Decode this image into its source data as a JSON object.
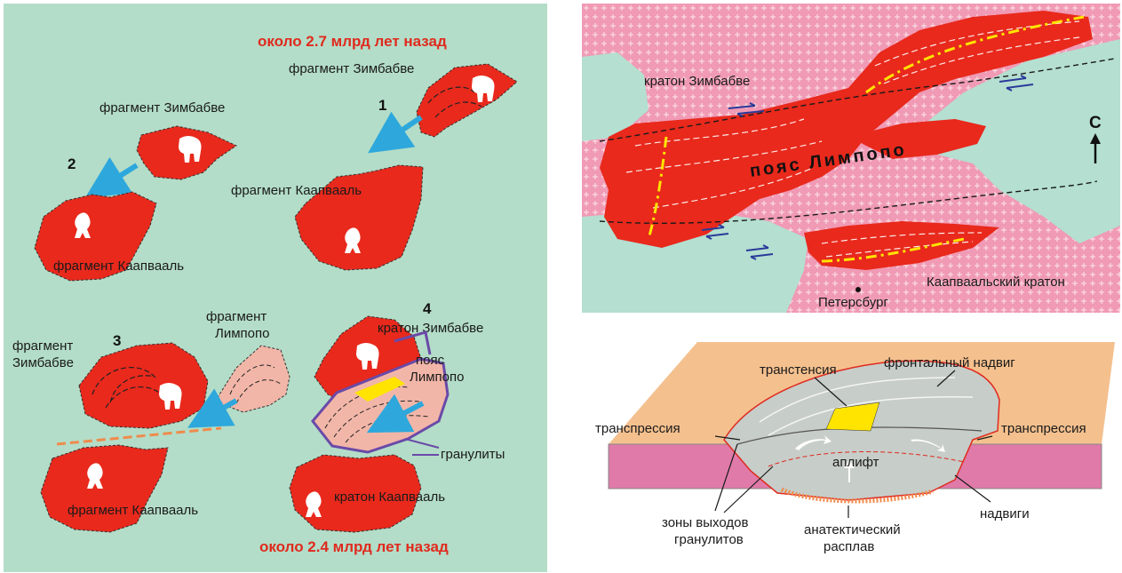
{
  "left_panel": {
    "time_top": "около 2.7 млрд лет назад",
    "time_bottom": "около 2.4 млрд лет назад",
    "stage1": {
      "number": "1",
      "zimbabwe": "фрагмент Зимбабве",
      "kaapvaal": "фрагмент Каапвааль"
    },
    "stage2": {
      "number": "2",
      "zimbabwe": "фрагмент Зимбабве",
      "kaapvaal": "фрагмент Каапвааль"
    },
    "stage3": {
      "number": "3",
      "zimbabwe_line1": "фрагмент",
      "zimbabwe_line2": "Зимбабве",
      "limpopo_line1": "фрагмент",
      "limpopo_line2": "Лимпопо",
      "kaapvaal": "фрагмент Каапвааль"
    },
    "stage4": {
      "number": "4",
      "zimbabwe": "кратон Зимбабве",
      "belt_line1": "пояс",
      "belt_line2": "Лимпопо",
      "granulites": "гранулиты",
      "kaapvaal": "кратон Каапвааль"
    }
  },
  "map": {
    "zimbabwe_craton": "кратон Зимбабве",
    "belt": "пояс Лимпопо",
    "north": "С",
    "kaapvaal_craton": "Каапваальский кратон",
    "city": "Петерсбург"
  },
  "section": {
    "transtension": "транстенсия",
    "frontal_thrust": "фронтальный надвиг",
    "transpression_left": "транспрессия",
    "transpression_right": "транспрессия",
    "uplift": "аплифт",
    "granulite_zones_line1": "зоны выходов",
    "granulite_zones_line2": "гранулитов",
    "anatectic_line1": "анатектический",
    "anatectic_line2": "расплав",
    "thrusts": "надвиги"
  },
  "colors": {
    "sea": "#b3ddc8",
    "craton_red": "#e8291c",
    "limpopo_pink": "#f2b6a8",
    "arrow_blue": "#2ea8dc",
    "map_pink": "#f09ab5",
    "map_green": "#b4dfd1",
    "thrust_yellow": "#ffe400",
    "suture_orange": "#f08a4b",
    "granulite_purple": "#6a4aa8",
    "section_tan": "#f4c08e",
    "section_magenta": "#e07aa8",
    "section_grey": "#c7cdc9",
    "red_text": "#e02a1e"
  }
}
